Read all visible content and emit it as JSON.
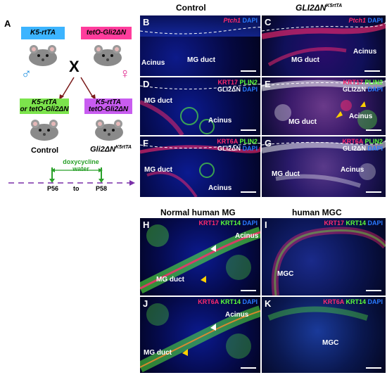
{
  "panel_labels": [
    "A",
    "B",
    "C",
    "D",
    "E",
    "F",
    "G",
    "H",
    "I",
    "J",
    "K"
  ],
  "titles": {
    "control": "Control",
    "gli2_prefix": "GLI2ΔN",
    "gli2_sup": "K5rtTA",
    "normal_human": "Normal human MG",
    "human_mgc": "human MGC"
  },
  "schematic": {
    "parent1": "K5-rtTA",
    "parent2": "tetO-Gli2ΔN",
    "cross": "X",
    "male_symbol": "♂",
    "female_symbol": "♀",
    "child_control_line1": "K5-rtTA",
    "child_control_line2": "or tetO-Gli2ΔN",
    "child_mut_line1": "K5-rtTA",
    "child_mut_line2": "tetO-Gli2ΔN",
    "label_control": "Control",
    "label_mut_prefix": "Gli2ΔN",
    "label_mut_sup": "K5rtTA",
    "dox_line1": "doxycycline",
    "dox_line2": "water",
    "t_start": "P56",
    "t_to": "to",
    "t_end": "P58"
  },
  "stains": {
    "B": {
      "a": "Ptch1",
      "b": " DAPI"
    },
    "C": {
      "a": "Ptch1",
      "b": " DAPI"
    },
    "D": {
      "a": "KRT17",
      "b": " PLIN2",
      "c": "GLI2ΔN",
      "d": " DAPI"
    },
    "E": {
      "a": "KRT17",
      "b": " PLIN2",
      "c": "GLI2ΔN",
      "d": " DAPI"
    },
    "F": {
      "a": "KRT6A",
      "b": " PLIN2",
      "c": "GLI2ΔN",
      "d": " DAPI"
    },
    "G": {
      "a": "KRT6A",
      "b": " PLIN2",
      "c": "GLI2ΔN",
      "d": " DAPI"
    },
    "H": {
      "a": "KRT17",
      "b": " KRT14",
      "c": " DAPI"
    },
    "I": {
      "a": "KRT17",
      "b": " KRT14",
      "c": " DAPI"
    },
    "J": {
      "a": "KRT6A",
      "b": " KRT14",
      "c": " DAPI"
    },
    "K": {
      "a": "KRT6A",
      "b": " KRT14",
      "c": " DAPI"
    }
  },
  "tissue_labels": {
    "acinus": "Acinus",
    "mg_duct": "MG duct",
    "mgc": "MGC"
  },
  "colors": {
    "dapi": "#1c3cff",
    "red": "#ff2a6d",
    "green": "#5cff3a",
    "white": "#ffffff",
    "cyan_box": "#3cb4ff",
    "magenta_box": "#ff3c9c",
    "green_box": "#7ce44c",
    "violet_box": "#c85cf0",
    "arrow_dark": "#7a1a1a",
    "timeline": "#7a2fa8",
    "dox_green": "#2aa02a"
  }
}
